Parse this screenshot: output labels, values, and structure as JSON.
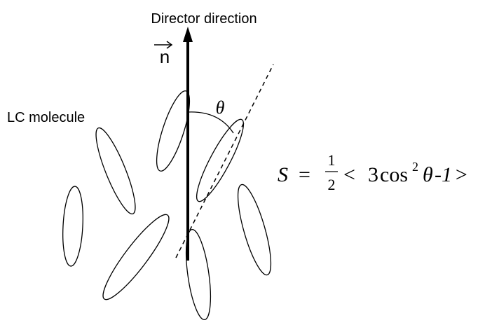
{
  "director_label": "Director direction",
  "vector_symbol": "n",
  "molecule_label": "LC molecule",
  "angle_symbol": "θ",
  "equation": {
    "lhs": "S",
    "equals": "=",
    "frac_num": "1",
    "frac_den": "2",
    "lt": "<",
    "coef": "3",
    "func": "cos",
    "exp": "2",
    "theta": "θ",
    "minus_one": "-1",
    "gt": ">"
  }
}
